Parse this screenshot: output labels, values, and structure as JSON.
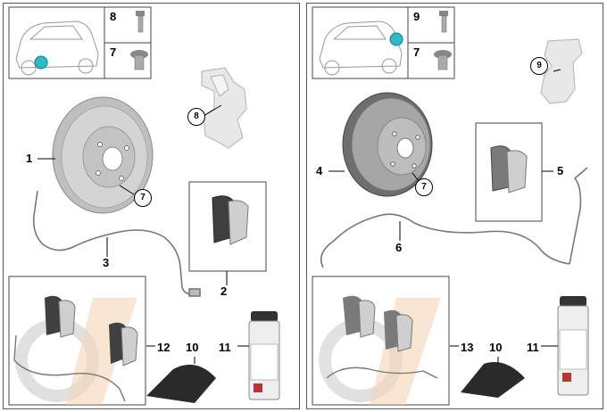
{
  "callouts": {
    "p1": "1",
    "p2": "2",
    "p3": "3",
    "p4": "4",
    "p5": "5",
    "p6": "6",
    "p7": "7",
    "p8": "8",
    "p9": "9",
    "p10": "10",
    "p11": "11",
    "p12": "12",
    "p13": "13"
  },
  "colors": {
    "frame": "#555555",
    "part_grey": "#c8c8c8",
    "pad_dark": "#404040",
    "watermark_orange": "#f2c9a3",
    "watermark_grey": "#d9d9d9",
    "location_dot": "#2fb9c4"
  },
  "icons": [
    "car-outline-icon",
    "bolt-icon",
    "screw-icon",
    "brake-disc-icon",
    "brake-caliper-carrier-icon",
    "brake-pad-set-icon",
    "wear-sensor-icon",
    "spray-can-icon",
    "cloth-icon"
  ]
}
